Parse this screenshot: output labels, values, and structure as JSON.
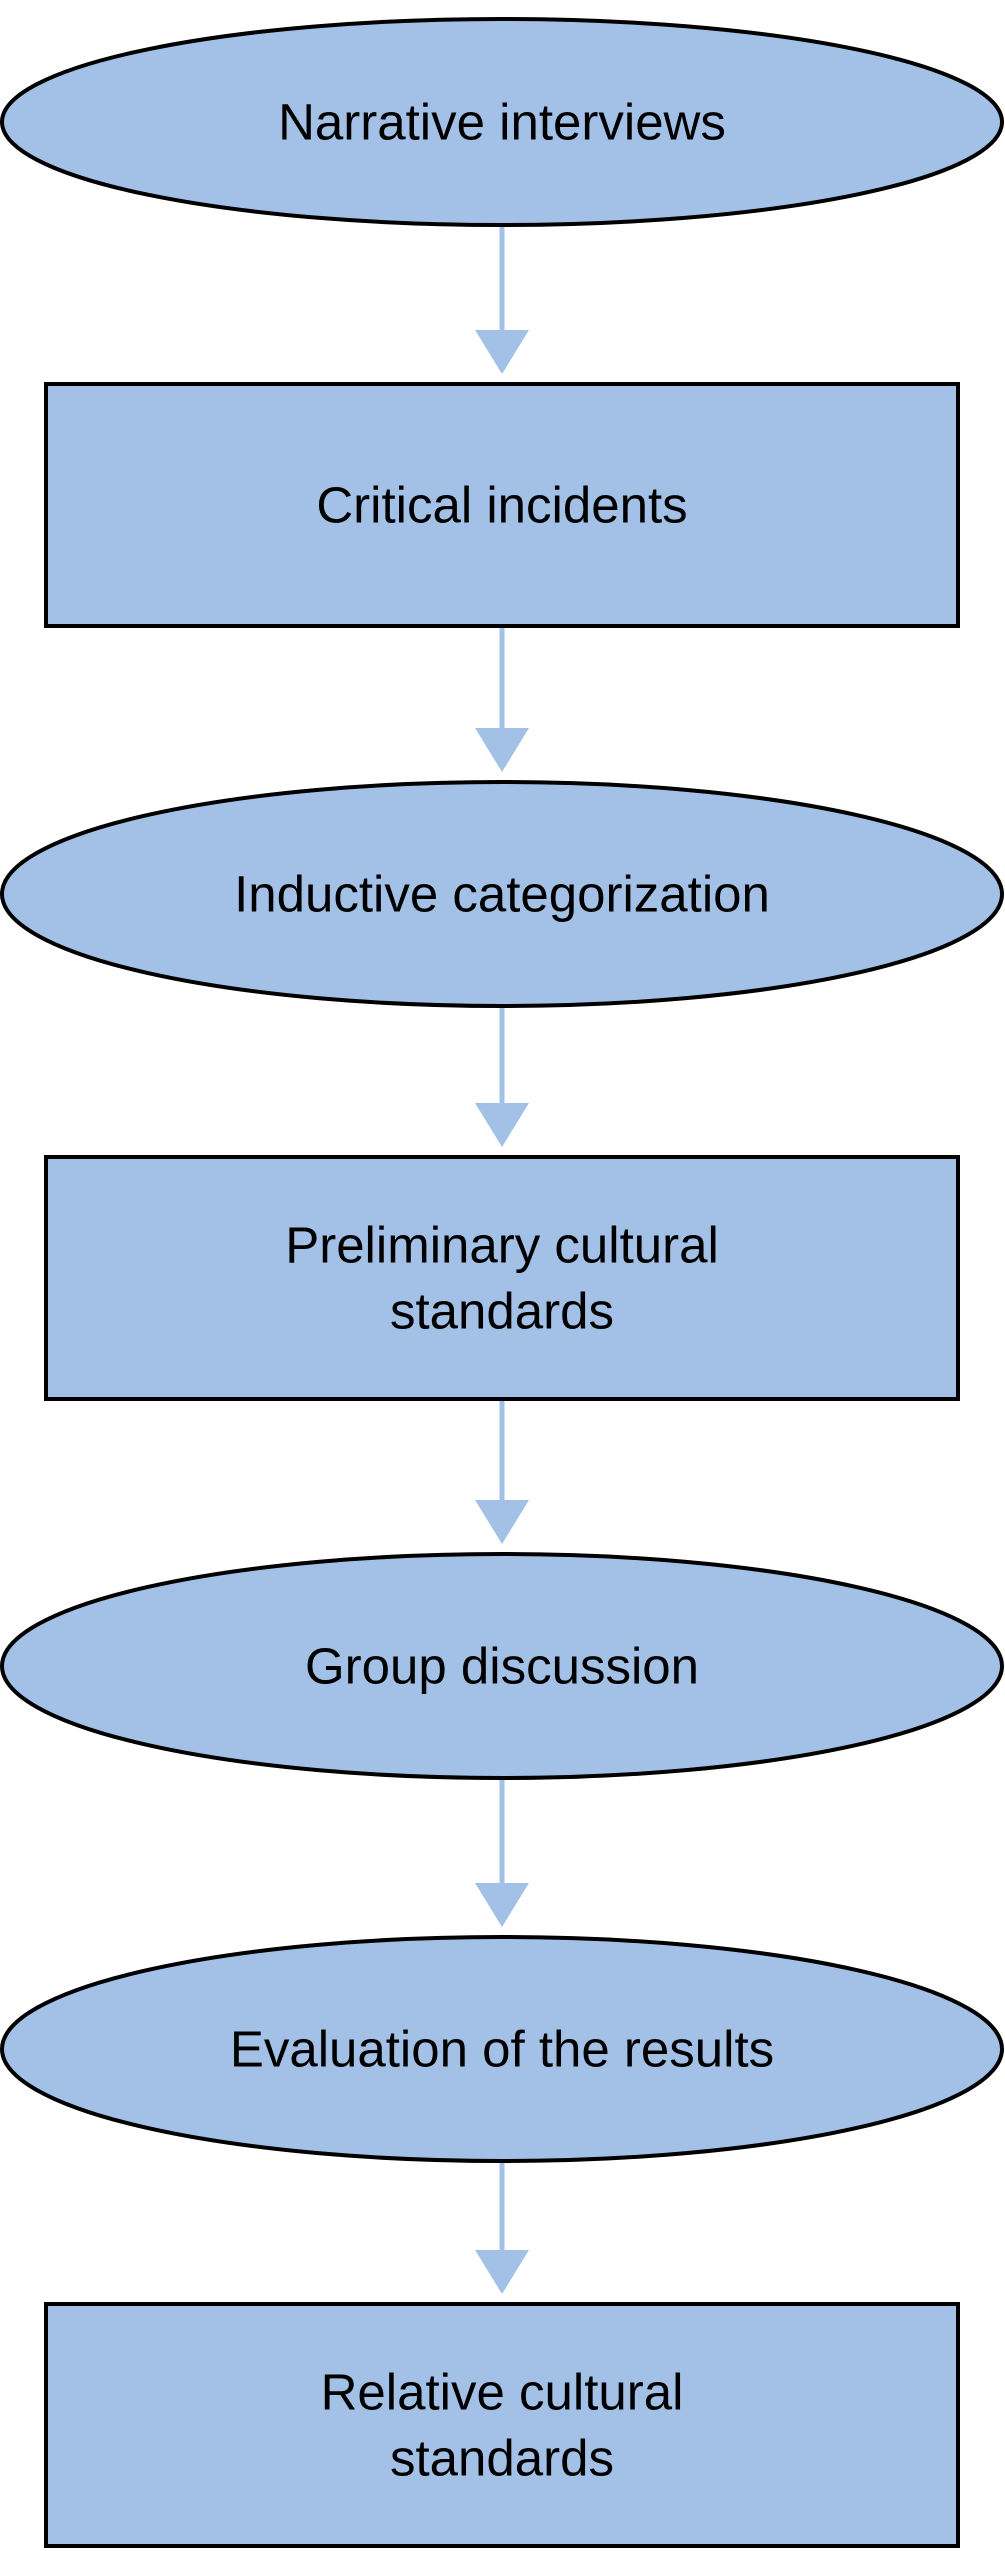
{
  "diagram": {
    "colors": {
      "fill": "#a3c1e6",
      "stroke": "#000000",
      "connector": "#a3c1e6",
      "text": "#000000"
    },
    "nodes": [
      {
        "id": "narrative-interviews",
        "shape": "ellipse",
        "lines": [
          "Narrative interviews"
        ]
      },
      {
        "id": "critical-incidents",
        "shape": "rectangle",
        "lines": [
          "Critical incidents"
        ]
      },
      {
        "id": "inductive-categorization",
        "shape": "ellipse",
        "lines": [
          "Inductive categorization"
        ]
      },
      {
        "id": "preliminary-cultural-standards",
        "shape": "rectangle",
        "lines": [
          "Preliminary cultural",
          "standards"
        ]
      },
      {
        "id": "group-discussion",
        "shape": "ellipse",
        "lines": [
          "Group discussion"
        ]
      },
      {
        "id": "evaluation-of-the-results",
        "shape": "ellipse",
        "lines": [
          "Evaluation of the results"
        ]
      },
      {
        "id": "relative-cultural-standards",
        "shape": "rectangle",
        "lines": [
          "Relative cultural",
          "standards"
        ]
      }
    ],
    "edges": [
      {
        "from": "narrative-interviews",
        "to": "critical-incidents"
      },
      {
        "from": "critical-incidents",
        "to": "inductive-categorization"
      },
      {
        "from": "inductive-categorization",
        "to": "preliminary-cultural-standards"
      },
      {
        "from": "preliminary-cultural-standards",
        "to": "group-discussion"
      },
      {
        "from": "group-discussion",
        "to": "evaluation-of-the-results"
      },
      {
        "from": "evaluation-of-the-results",
        "to": "relative-cultural-standards"
      }
    ]
  }
}
